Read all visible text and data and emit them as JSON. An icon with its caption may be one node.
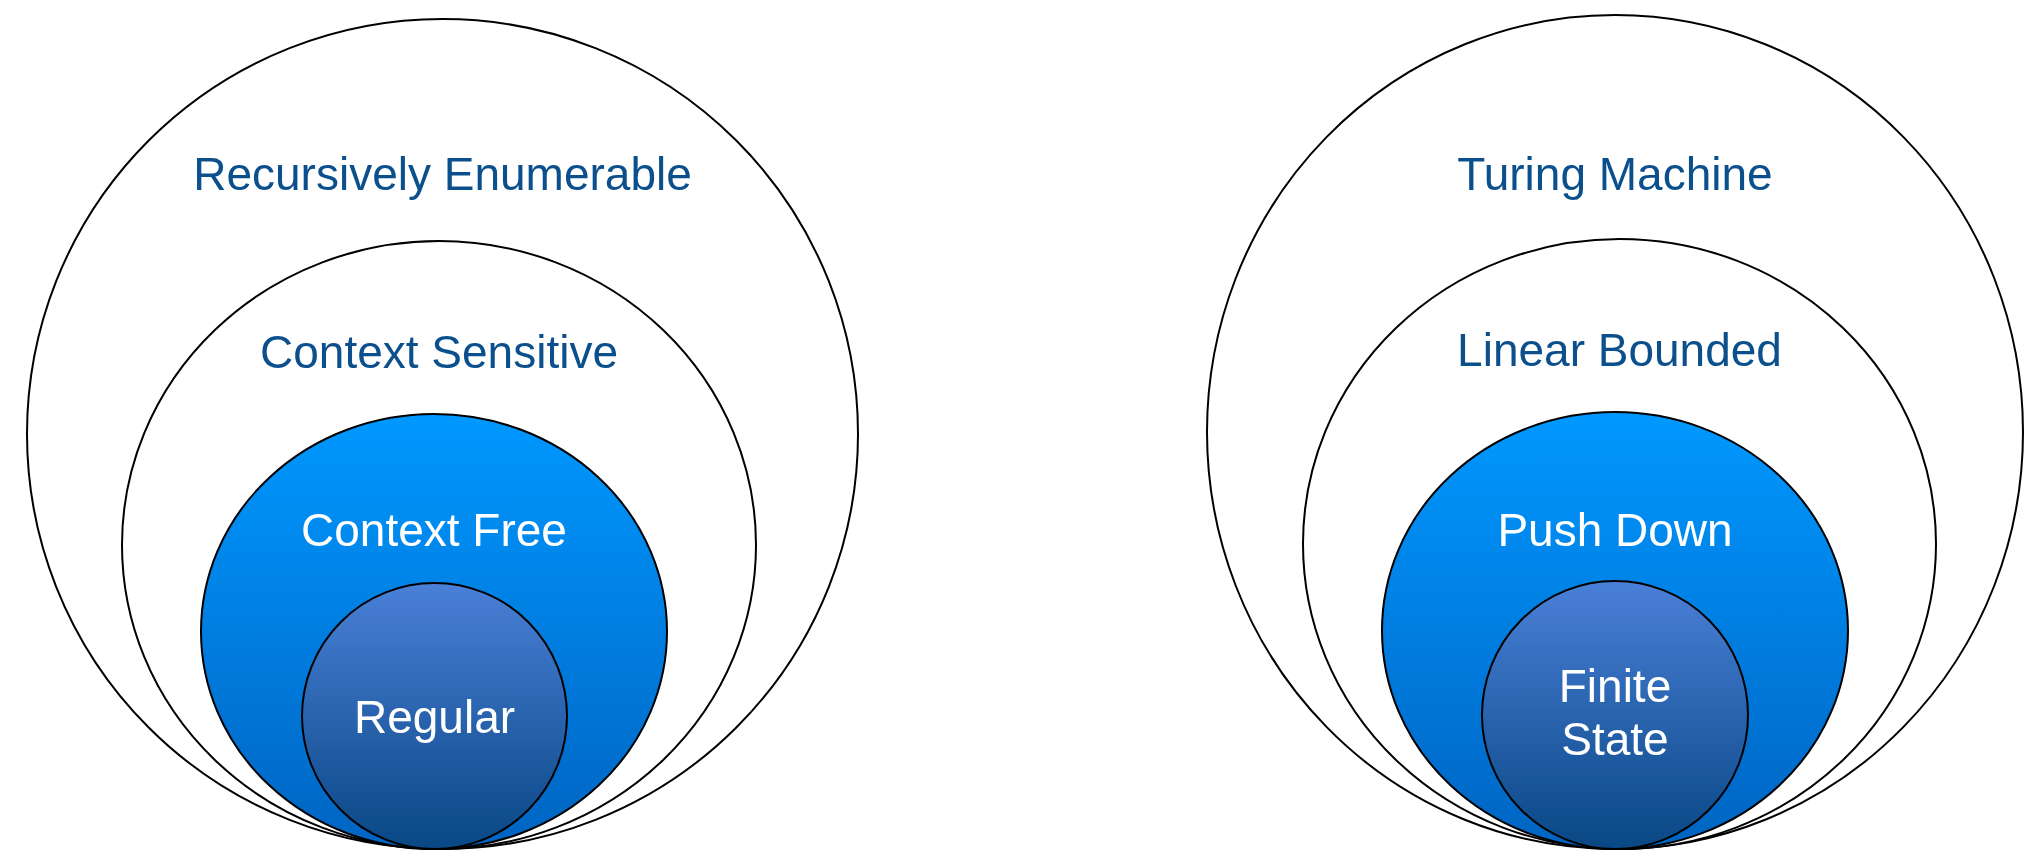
{
  "diagram": {
    "nodes": [
      {
        "text": [
          "Recursively Enumerable"
        ]
      },
      {
        "text": [
          "Context Sensitive"
        ],
        "in": 0
      },
      {
        "text": [
          "Context Free"
        ],
        "in": 1
      },
      {
        "text": [
          "Regular"
        ],
        "in": 2
      },
      {
        "text": [
          "Turing Machine"
        ]
      },
      {
        "text": [
          "Linear Bounded"
        ],
        "in": 4
      },
      {
        "text": [
          "Push Down"
        ],
        "in": 5
      },
      {
        "text": [
          "Finite State"
        ],
        "in": 6
      }
    ]
  }
}
